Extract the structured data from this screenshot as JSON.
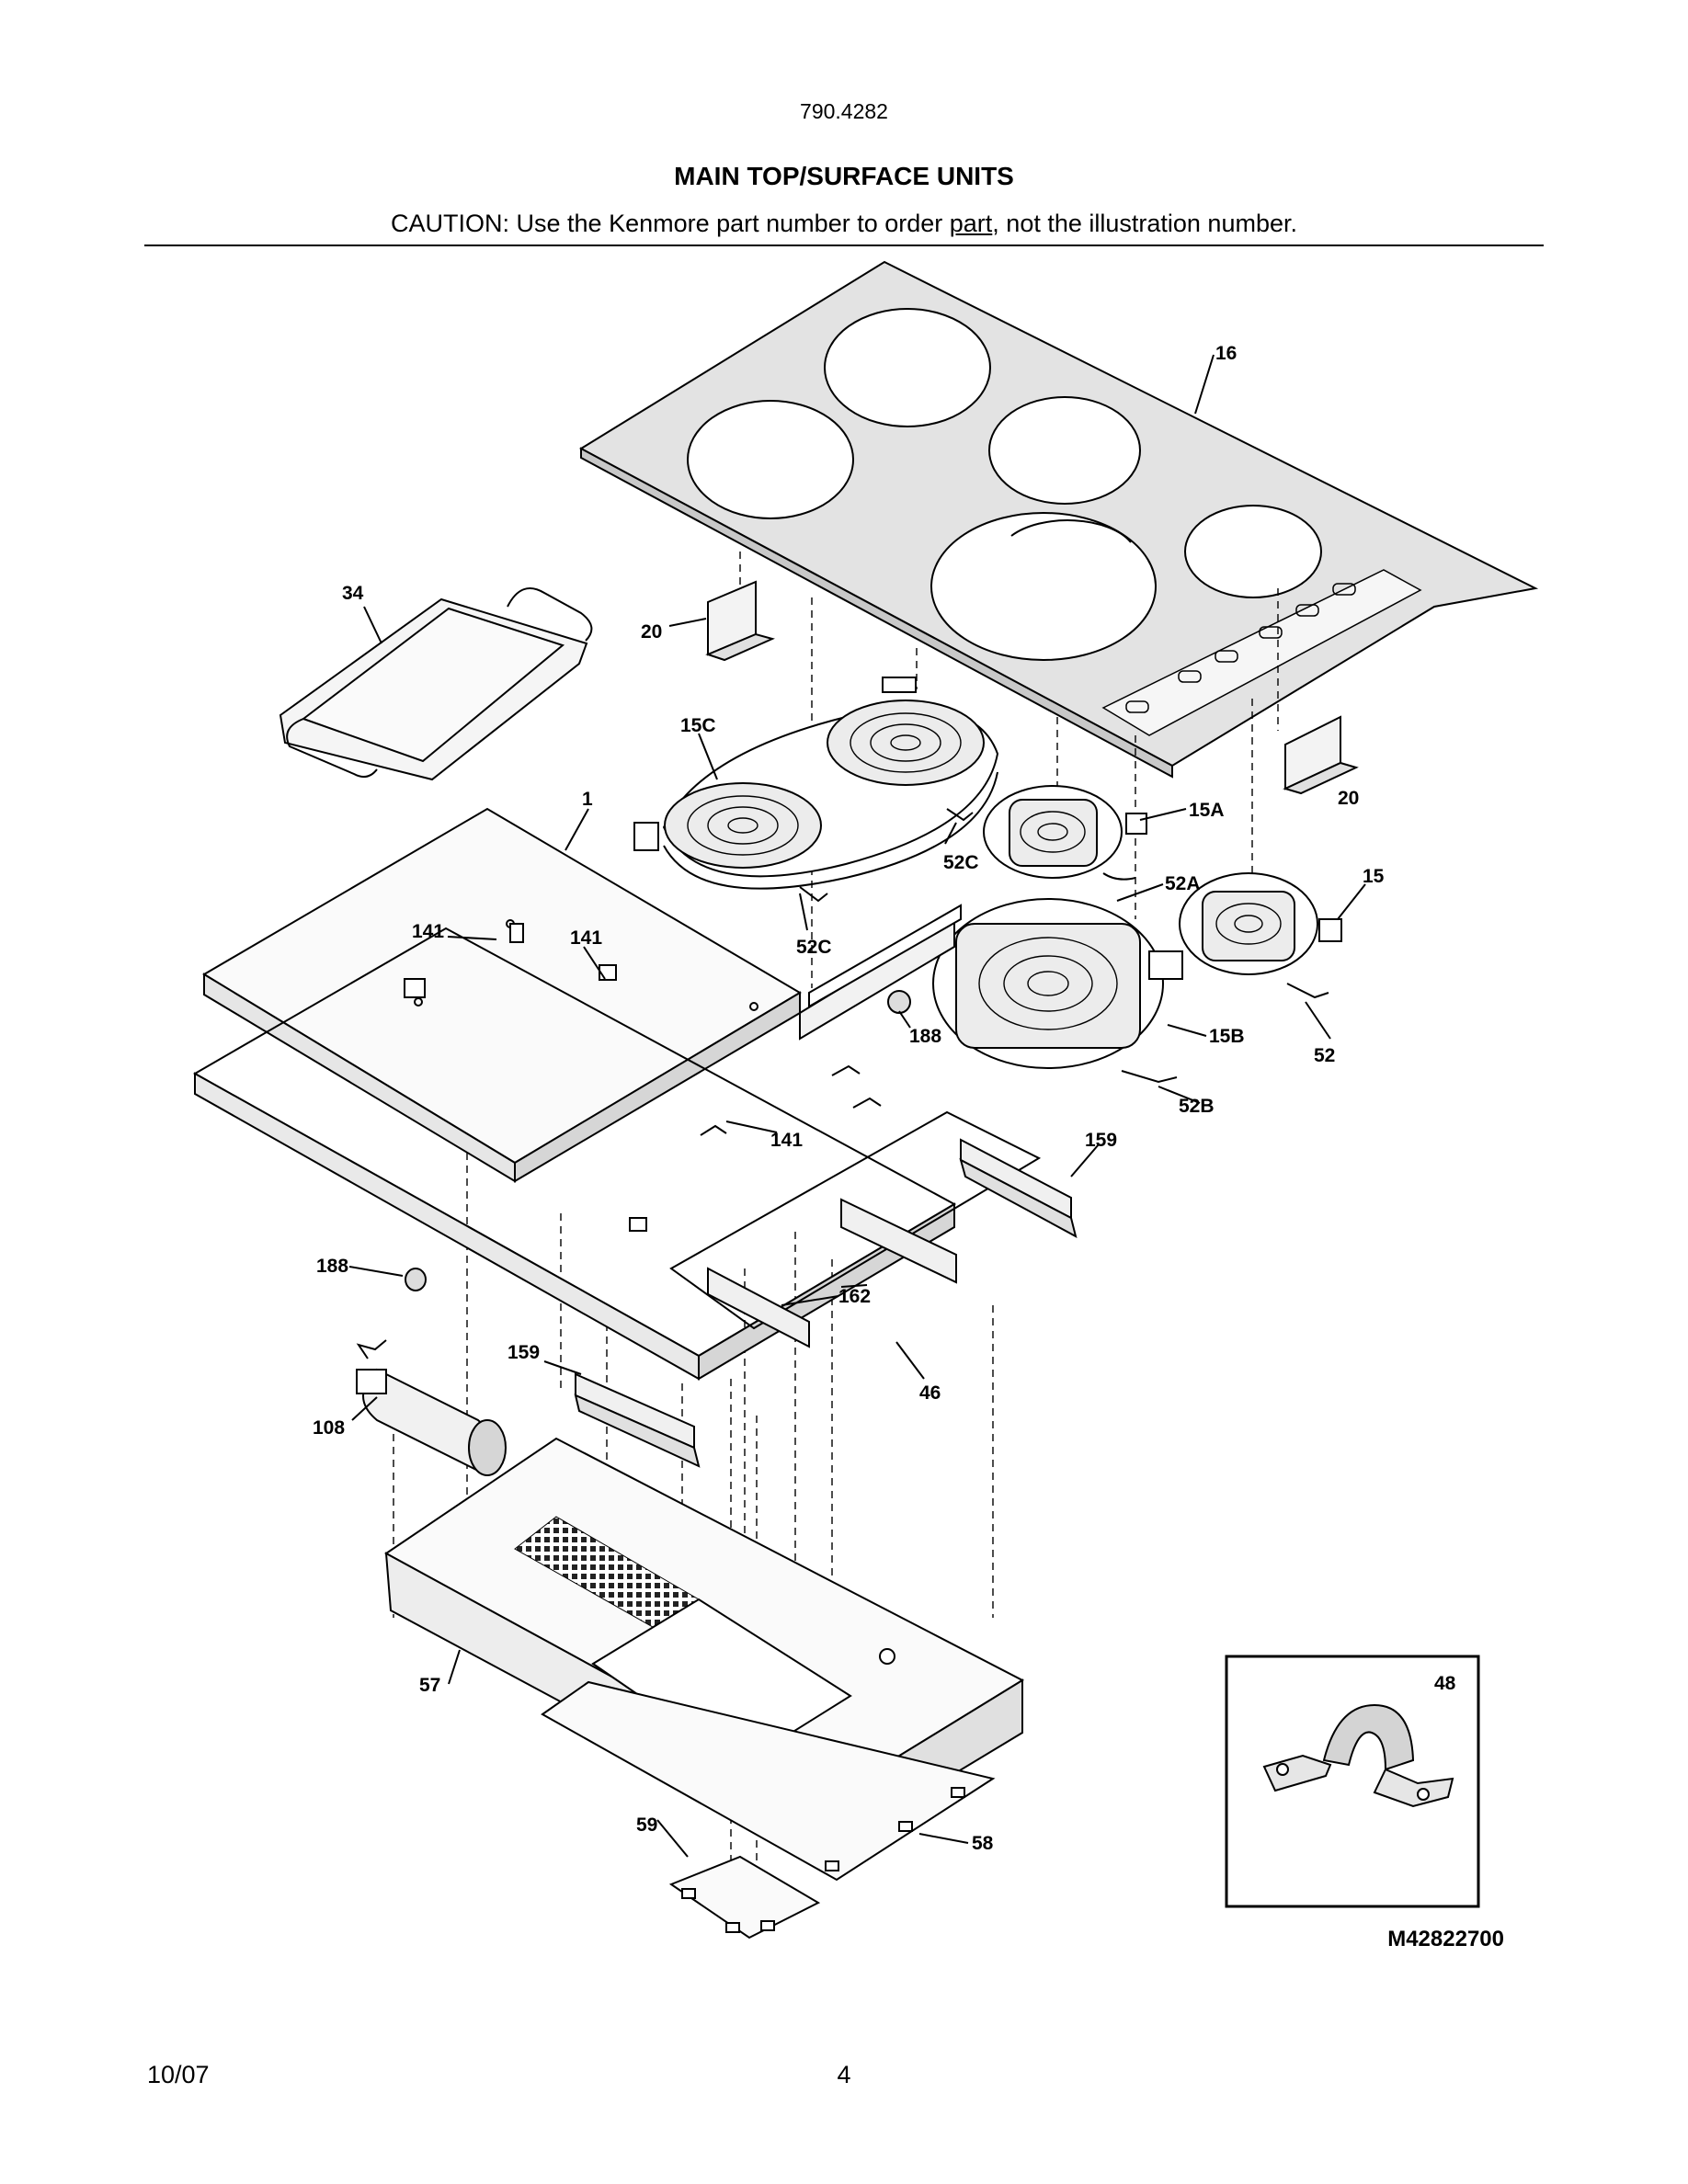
{
  "header": {
    "model": "790.4282",
    "title": "MAIN TOP/SURFACE UNITS",
    "caution_prefix": "CAUTION: Use the Kenmore part number to order ",
    "caution_link": "part",
    "caution_suffix": ", not the illustration number."
  },
  "callouts": {
    "c16": "16",
    "c34": "34",
    "c20a": "20",
    "c20b": "20",
    "c15C": "15C",
    "c1": "1",
    "c15A": "15A",
    "c52C_a": "52C",
    "c52C_b": "52C",
    "c52A": "52A",
    "c15": "15",
    "c141_a": "141",
    "c141_b": "141",
    "c141_c": "141",
    "c188_a": "188",
    "c188_b": "188",
    "c15B": "15B",
    "c52": "52",
    "c52B": "52B",
    "c159_a": "159",
    "c159_b": "159",
    "c162": "162",
    "c46": "46",
    "c108": "108",
    "c57": "57",
    "c59": "59",
    "c58": "58"
  },
  "inset": {
    "part": "48"
  },
  "figure_number": "M42822700",
  "footer": {
    "date": "10/07",
    "page": "4"
  }
}
